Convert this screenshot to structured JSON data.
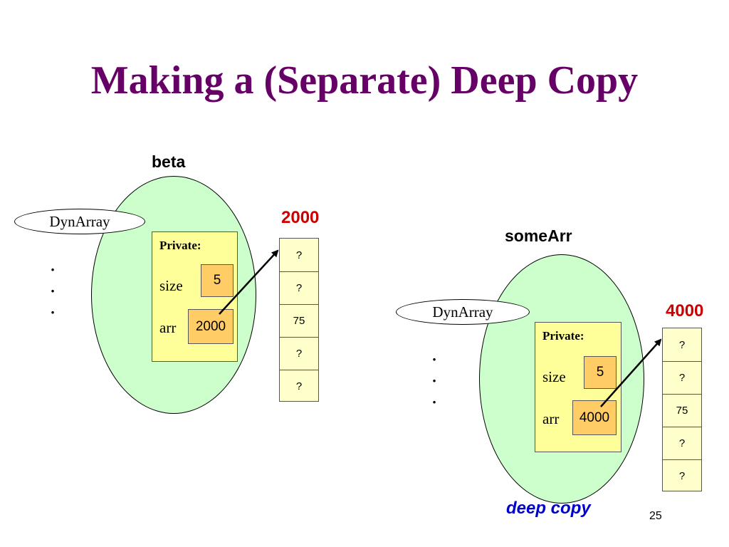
{
  "slide": {
    "title": "Making a (Separate) Deep Copy",
    "caption": "deep copy",
    "page_number": "25"
  },
  "objects": [
    {
      "name": "beta",
      "type_label": "DynArray",
      "private_label": "Private:",
      "size_label": "size",
      "size_value": "5",
      "arr_label": "arr",
      "arr_value": "2000",
      "dots": [
        "·",
        "·",
        "·"
      ],
      "address": "2000",
      "array_cells": [
        "?",
        "?",
        "75",
        "?",
        "?"
      ]
    },
    {
      "name": "someArr",
      "type_label": "DynArray",
      "private_label": "Private:",
      "size_label": "size",
      "size_value": "5",
      "arr_label": "arr",
      "arr_value": "4000",
      "dots": [
        "·",
        "·",
        "·"
      ],
      "address": "4000",
      "array_cells": [
        "?",
        "?",
        "75",
        "?",
        "?"
      ]
    }
  ],
  "colors": {
    "title": "#660066",
    "oval_fill": "#ccffcc",
    "private_fill": "#ffff99",
    "value_fill": "#ffcc66",
    "array_fill": "#ffffcc",
    "address": "#cc0000",
    "caption": "#0000cc"
  }
}
